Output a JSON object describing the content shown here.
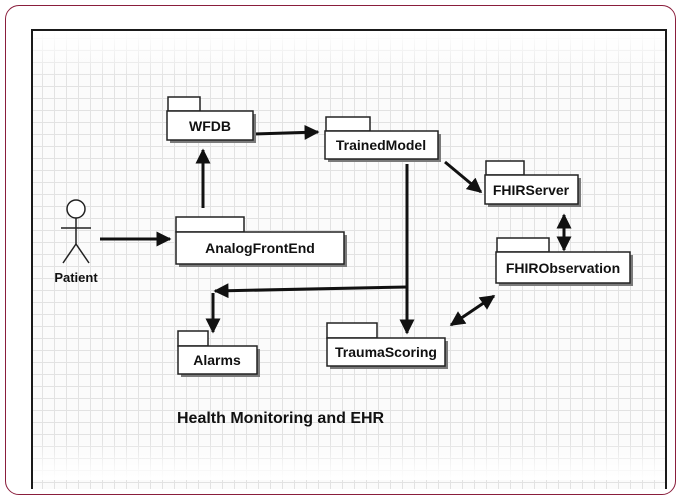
{
  "diagram": {
    "caption": "Health Monitoring and EHR",
    "actor": {
      "label": "Patient"
    },
    "packages": [
      {
        "id": "wfdb",
        "label": "WFDB"
      },
      {
        "id": "trained-model",
        "label": "TrainedModel"
      },
      {
        "id": "fhir-server",
        "label": "FHIRServer"
      },
      {
        "id": "analog-front-end",
        "label": "AnalogFrontEnd"
      },
      {
        "id": "fhir-observation",
        "label": "FHIRObservation"
      },
      {
        "id": "alarms",
        "label": "Alarms"
      },
      {
        "id": "trauma-scoring",
        "label": "TraumaScoring"
      }
    ]
  }
}
